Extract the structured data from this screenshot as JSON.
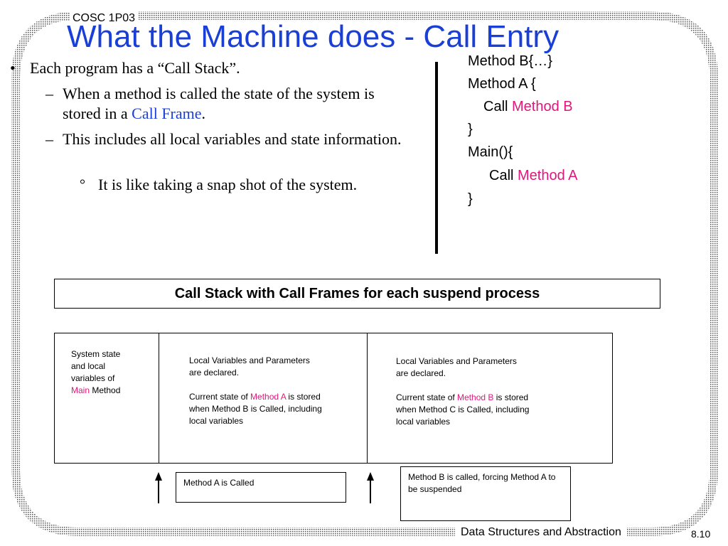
{
  "header": {
    "course": "COSC 1P03",
    "title": "What the Machine does - Call Entry"
  },
  "bullets": {
    "b1": "Each program has a “Call Stack”.",
    "b1a_prefix": "When a method is called the state of the system is stored in a ",
    "b1a_highlight": "Call Frame",
    "b1a_suffix": ".",
    "b1b": "This includes all local variables and state information.",
    "b1b_sub": "It is like taking a snap shot of the system."
  },
  "code": {
    "line1": "Method B{…}",
    "line2": "Method A {",
    "line3_kw": "Call ",
    "line3_target": "Method B",
    "line4": "}",
    "line5": "Main(){",
    "line6_kw": "Call ",
    "line6_target": "Method A",
    "line7": "}"
  },
  "stack": {
    "banner": "Call Stack with Call Frames for each suspend process",
    "frame1": {
      "line1": "System state",
      "line2": "and local",
      "line3": "variables of",
      "line4_highlight": "Main",
      "line4_suffix": " Method"
    },
    "frame2": {
      "p1": "Local Variables and Parameters are declared.",
      "p2_prefix": "Current state of ",
      "p2_highlight": "Method A",
      "p2_suffix": " is stored when Method B is Called, including local variables"
    },
    "frame3": {
      "p1": "Local Variables and Parameters are declared.",
      "p2_prefix": "Current state of ",
      "p2_highlight": "Method B",
      "p2_suffix": " is stored when Method C is Called, including local variables"
    }
  },
  "notes": {
    "note1": "Method A is Called",
    "note2": "Method B is called, forcing Method A to be suspended"
  },
  "footer": {
    "label": "Data Structures and Abstraction",
    "page": "8.10"
  },
  "colors": {
    "title": "#1a3fd6",
    "highlight": "#e0177a"
  }
}
